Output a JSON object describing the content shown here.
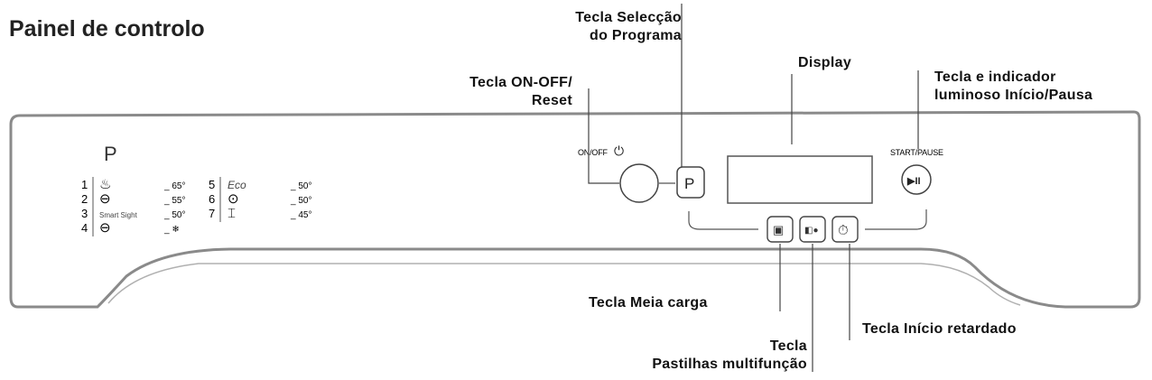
{
  "title": "Painel de controlo",
  "callouts": {
    "program_select": [
      "Tecla Selecção",
      "do Programa"
    ],
    "on_off": [
      "Tecla ON-OFF/",
      "Reset"
    ],
    "display": "Display",
    "start_pause": [
      "Tecla e indicador",
      "luminoso Início/Pausa"
    ],
    "half_load": "Tecla Meia carga",
    "multi_tablet": [
      "Tecla",
      "Pastilhas multifunção"
    ],
    "delay_start": "Tecla Início retardado"
  },
  "panel": {
    "program_header": "P",
    "programs_left": [
      {
        "number": "1",
        "icon": "pot-icon",
        "label": "",
        "temp": "65°"
      },
      {
        "number": "2",
        "icon": "pot-lid-icon",
        "label": "",
        "temp": "55°"
      },
      {
        "number": "3",
        "icon": "smart-sight-icon",
        "label": "Smart Sight",
        "temp": "50°"
      },
      {
        "number": "4",
        "icon": "rinse-icon",
        "label": "",
        "temp": "❄"
      }
    ],
    "programs_right": [
      {
        "number": "5",
        "icon": "eco-icon",
        "label": "Eco",
        "temp": "50°"
      },
      {
        "number": "6",
        "icon": "quick-icon",
        "label": "",
        "temp": "50°"
      },
      {
        "number": "7",
        "icon": "glass-icon",
        "label": "",
        "temp": "45°"
      }
    ],
    "on_off_label": "ON/OFF",
    "power_symbol": "⏻",
    "program_button_label": "P",
    "start_pause_label": "START/PAUSE",
    "start_pause_symbol": "▶II"
  }
}
